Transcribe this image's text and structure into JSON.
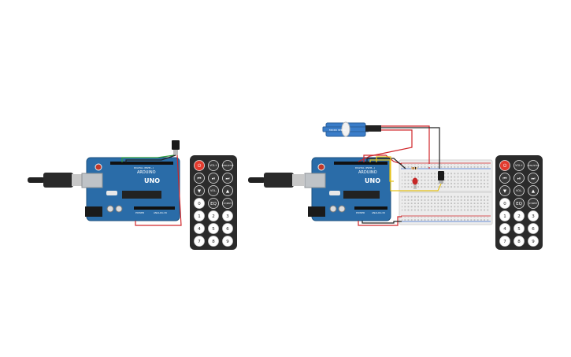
{
  "boards": [
    {
      "brand": "ARDUINO",
      "model": "UNO",
      "digital_label": "DIGITAL (PWM~)",
      "power_label": "POWER",
      "analog_label": "ANALOG IN"
    },
    {
      "brand": "ARDUINO",
      "model": "UNO",
      "digital_label": "DIGITAL (PWM~)",
      "power_label": "POWER",
      "analog_label": "ANALOG IN"
    }
  ],
  "remote_buttons": [
    "⏻",
    "VOL+",
    "FUNC/STOP",
    "⏮",
    "⏯",
    "⏭",
    "▼",
    "VOL-",
    "▲",
    "0",
    "EQ",
    "ST/REPT",
    "1",
    "2",
    "3",
    "4",
    "5",
    "6",
    "7",
    "8",
    "9"
  ],
  "servo_label": "MICRO SERVO",
  "colors": {
    "arduino_blue": "#2a6ca8",
    "remote_body": "#2b2b2b",
    "power_button": "#e23b2e",
    "wire_red": "#d0262a",
    "wire_black": "#222222",
    "wire_green": "#2e9a3c",
    "wire_yellow": "#e6c21a",
    "servo_blue": "#3a7dc9",
    "breadboard": "#ececec",
    "led_red": "#c62828"
  }
}
